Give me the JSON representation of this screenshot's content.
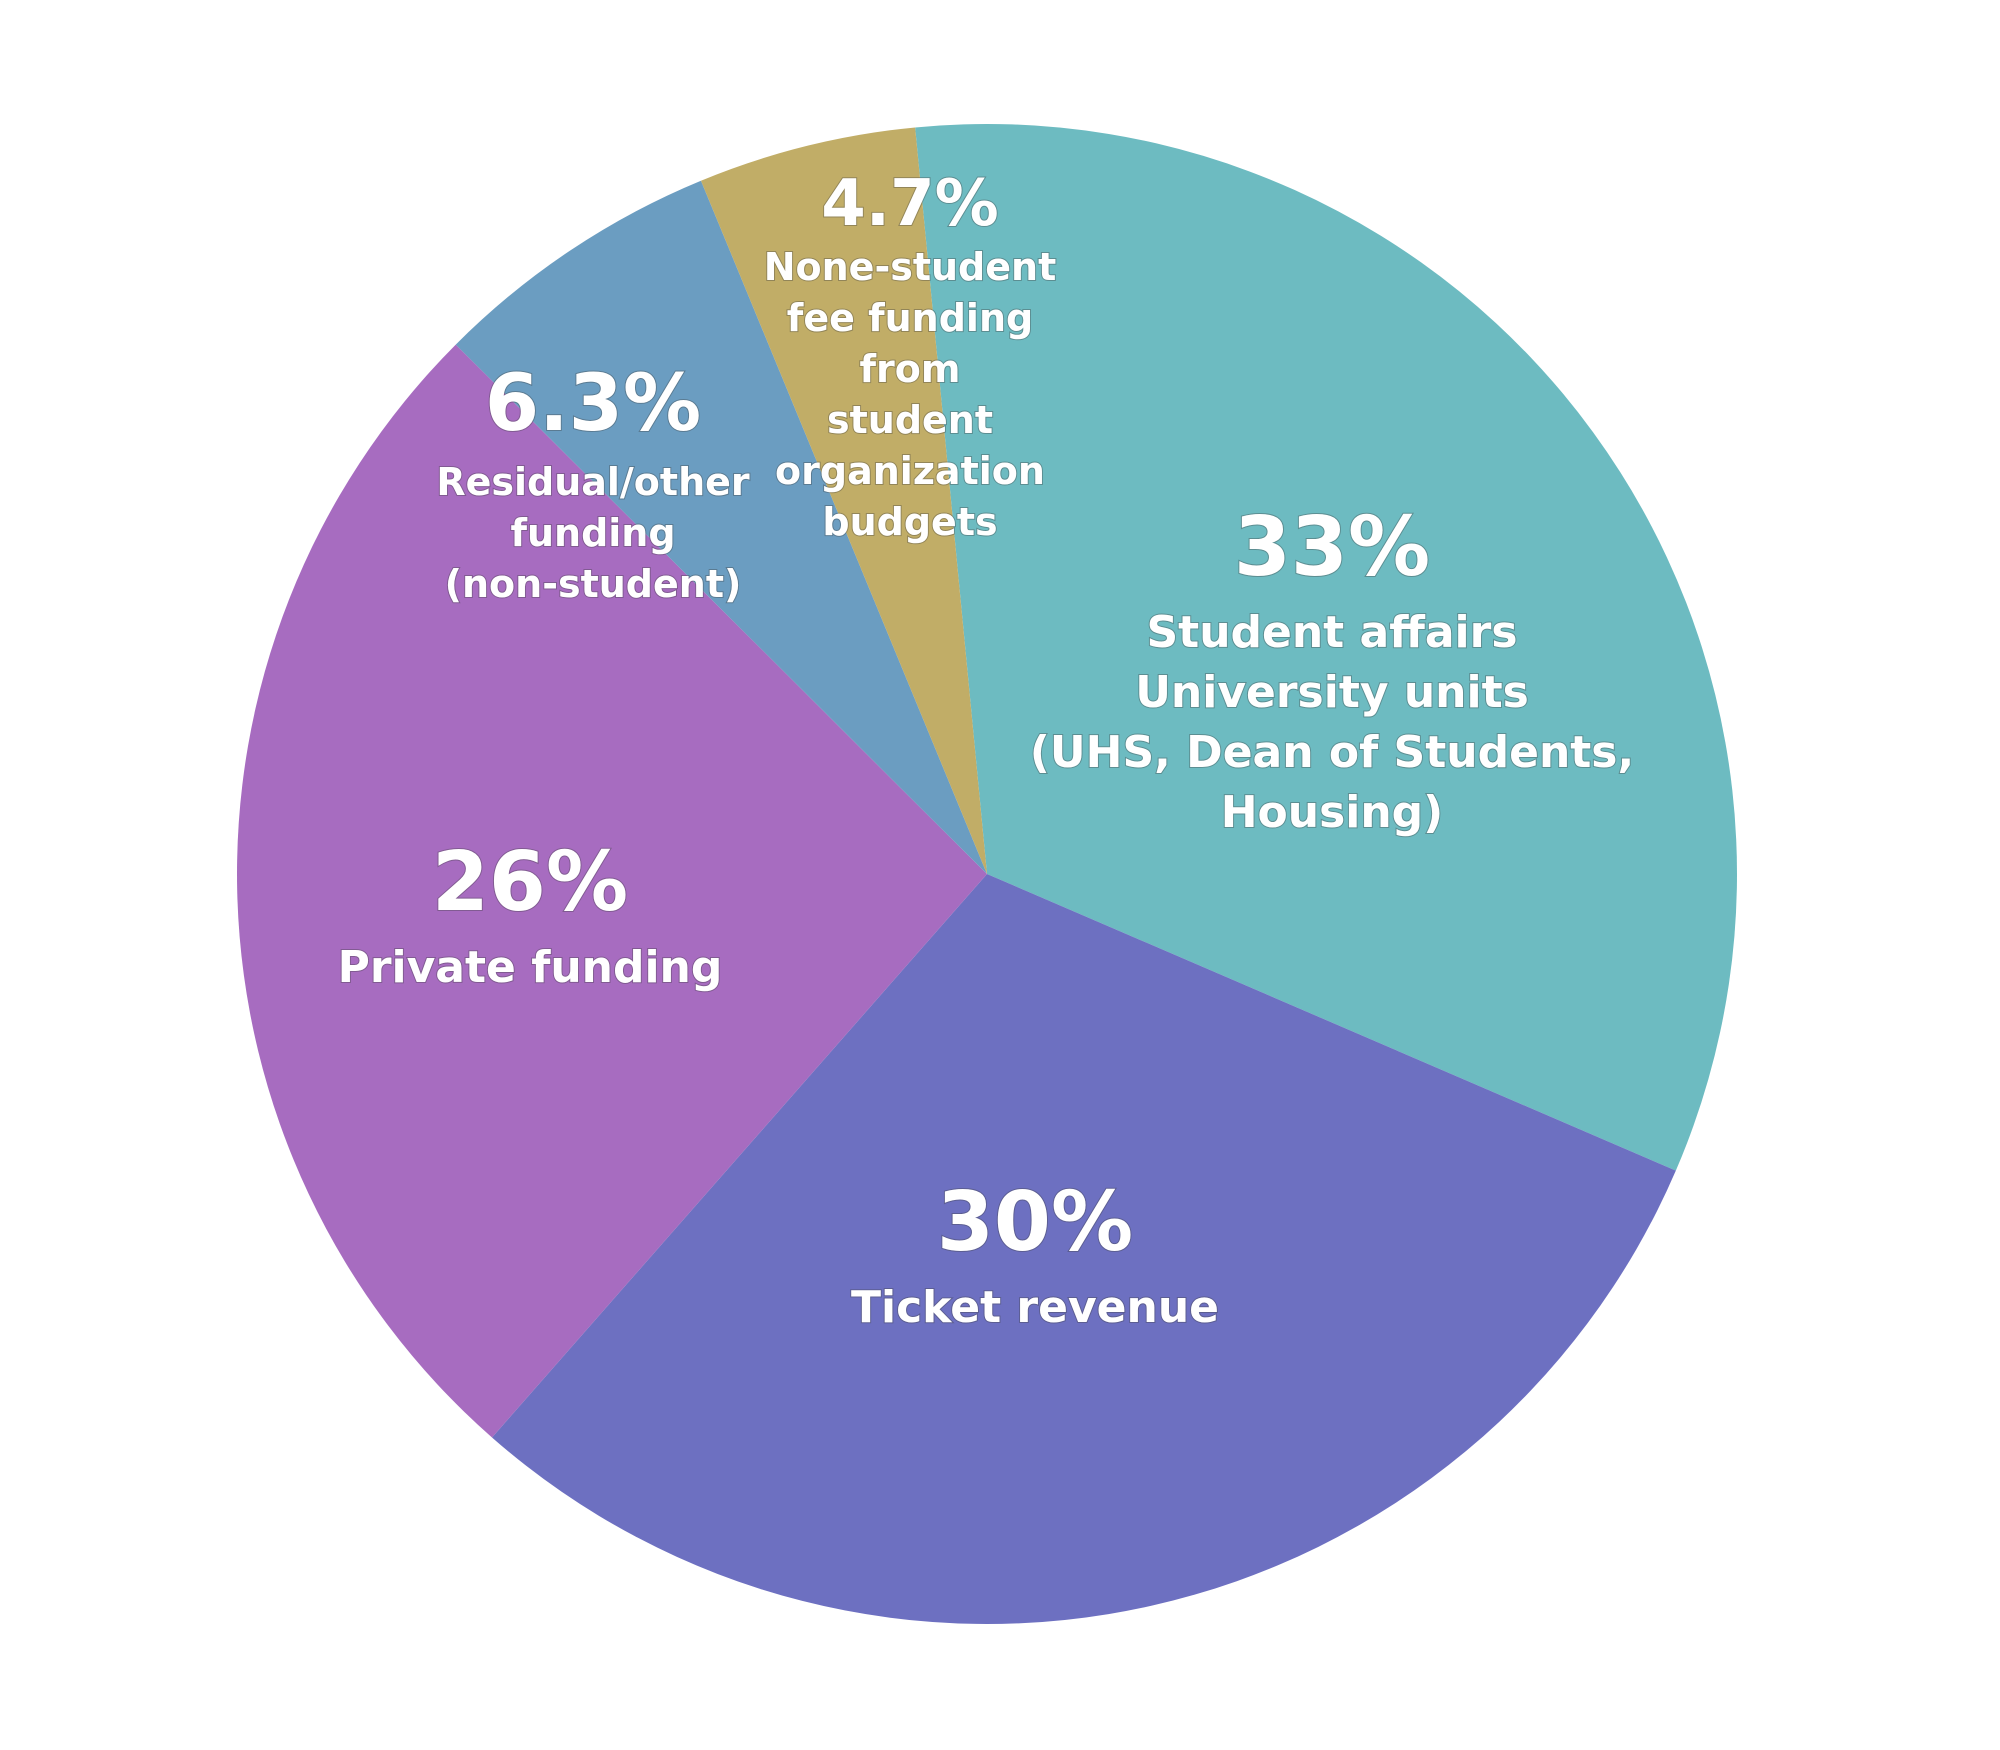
{
  "chart_data": {
    "type": "pie",
    "start_angle_deg": -5.5,
    "direction": "clockwise",
    "slices": [
      {
        "value": 33,
        "label": "33%",
        "description": [
          "Student affairs",
          "University units",
          "(UHS, Dean of Students,",
          "Housing)"
        ],
        "color": "#6dbbc1"
      },
      {
        "value": 30,
        "label": "30%",
        "description": [
          "Ticket revenue"
        ],
        "color": "#6d70c1"
      },
      {
        "value": 26,
        "label": "26%",
        "description": [
          "Private funding"
        ],
        "color": "#a76cc0"
      },
      {
        "value": 6.3,
        "label": "6.3%",
        "description": [
          "Residual/other",
          "funding",
          "(non-student)"
        ],
        "color": "#6b9dc1"
      },
      {
        "value": 4.7,
        "label": "4.7%",
        "description": [
          "None-student",
          "fee funding",
          "from",
          "student",
          "organization",
          "budgets"
        ],
        "color": "#c1ad67"
      }
    ]
  }
}
